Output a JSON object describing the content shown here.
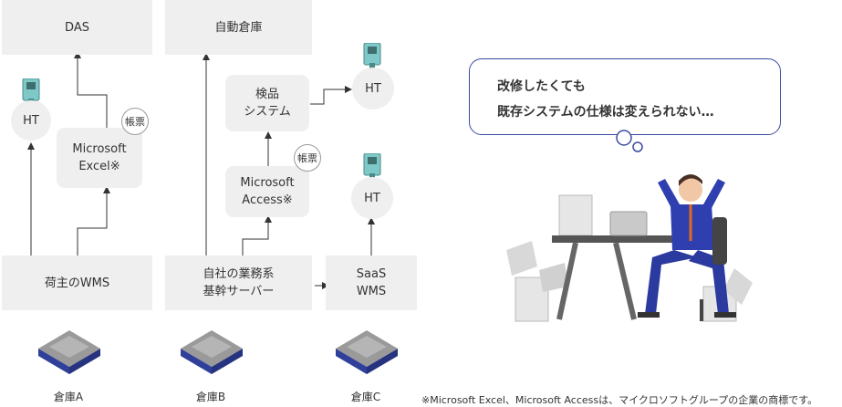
{
  "top_systems": {
    "das": "DAS",
    "auto_warehouse": "自動倉庫"
  },
  "ht_label": "HT",
  "badge_label": "帳票",
  "nodes": {
    "excel": "Microsoft\nExcel※",
    "inspection": "検品\nシステム",
    "access": "Microsoft\nAccess※"
  },
  "bottom_systems": {
    "shipper_wms": "荷主のWMS",
    "core_server": "自社の業務系\n基幹サーバー",
    "saas_wms": "SaaS\nWMS"
  },
  "warehouses": [
    "倉庫A",
    "倉庫B",
    "倉庫C"
  ],
  "bubble": {
    "line1": "改修したくても",
    "line2": "既存システムの仕様は変えられない…"
  },
  "footnote": "※Microsoft Excel、Microsoft Accessは、マイクロソフトグループの企業の商標です。",
  "colors": {
    "box": "#efefef",
    "accent": "#3b4aa3",
    "device": "#7ec8c8"
  }
}
